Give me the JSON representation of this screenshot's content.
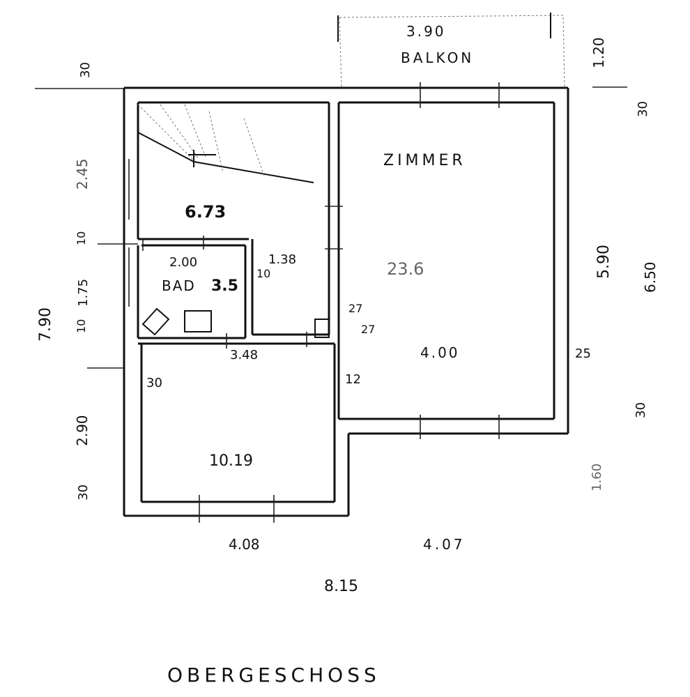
{
  "title": "OBERGESCHOSS",
  "rooms": {
    "balkon": {
      "label": "BALKON",
      "width": "3.90"
    },
    "zimmer": {
      "label": "ZIMMER",
      "area": "23.6",
      "width": "4.00"
    },
    "flur": {
      "area": "6.73"
    },
    "bad": {
      "label": "BAD",
      "area": "3.5",
      "width": "2.00"
    },
    "kammer": {
      "area": "10.19"
    }
  },
  "dimensions": {
    "wall_top": "30",
    "wall_top_right": "30",
    "balkon_depth": "1.20",
    "upper_height": "2.45",
    "partition_10_a": "10",
    "bad_height": "1.75",
    "partition_10_b": "10",
    "partition_10_c": "10",
    "total_height": "7.90",
    "flur_width": "1.38",
    "door_27": "27",
    "door_27b": "27",
    "corridor_width": "3.48",
    "left_wall": "30",
    "zimmer_wall": "12",
    "right_wall": "25",
    "zimmer_height": "5.90",
    "right_total": "6.50",
    "right_30": "30",
    "right_small": "1.60",
    "lower_height": "2.90",
    "bottom_wall": "30",
    "bottom_left_width": "4.08",
    "bottom_right_width": "4.07",
    "total_width": "8.15"
  }
}
